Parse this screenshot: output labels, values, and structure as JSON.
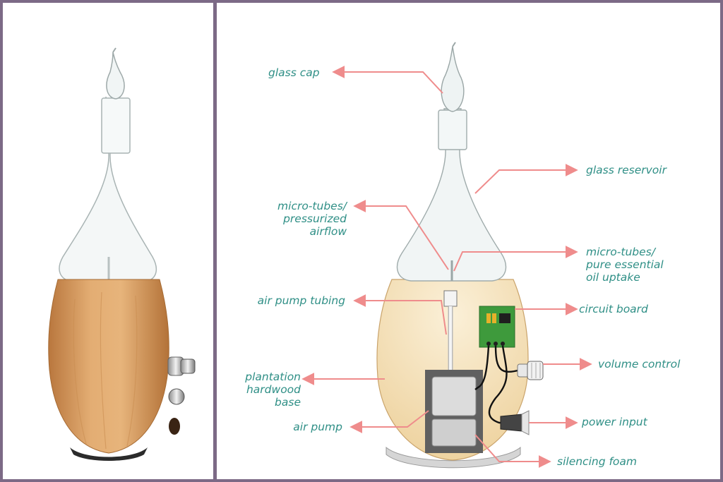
{
  "colors": {
    "frame": "#7c6a86",
    "label": "#2f8f86",
    "arrow": "#ef8c8c",
    "wood": "#d9a36a",
    "wood_cutaway": "#f2dcae",
    "glass": "#eef3f3",
    "board": "#3e9a3c",
    "foam": "#555555"
  },
  "photo": {
    "object": "wooden-base nebulizing diffuser with glass reservoir",
    "icons": [
      "volume-knob-icon",
      "power-button-icon",
      "power-port-icon"
    ]
  },
  "diagram": {
    "labels": {
      "glass_cap": "glass cap",
      "glass_reservoir": "glass reservoir",
      "micro_tubes_airflow": [
        "micro-tubes/",
        "pressurized",
        "airflow"
      ],
      "micro_tubes_oil": [
        "micro-tubes/",
        "pure essential",
        "oil uptake"
      ],
      "air_pump_tubing": "air pump tubing",
      "circuit_board": "circuit board",
      "plantation_base": [
        "plantation",
        "hardwood",
        "base"
      ],
      "volume_control": "volume control",
      "air_pump": "air pump",
      "power_input": "power input",
      "silencing_foam": "silencing foam"
    }
  }
}
